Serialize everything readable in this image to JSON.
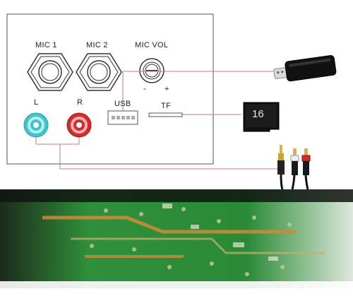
{
  "panel": {
    "mic1_label": "MIC 1",
    "mic2_label": "MIC 2",
    "mic_vol_label": "MIC VOL",
    "vol_minus": "-",
    "vol_plus": "+",
    "left_label": "L",
    "right_label": "R",
    "usb_label": "USB",
    "tf_label": "TF"
  },
  "devices": {
    "sd_card_capacity": "16",
    "usb_drive": "usb-flash-drive",
    "sd_card": "micro-sd-card",
    "rca_cable": "rca-to-3.5mm-cable"
  },
  "colors": {
    "wire": "#c97b78",
    "panel_border": "#555555",
    "rca_left": "#3fc6c9",
    "rca_right": "#d62b2b",
    "pcb_green": "#2f8f3a",
    "pcb_trace": "#d08a3a"
  }
}
